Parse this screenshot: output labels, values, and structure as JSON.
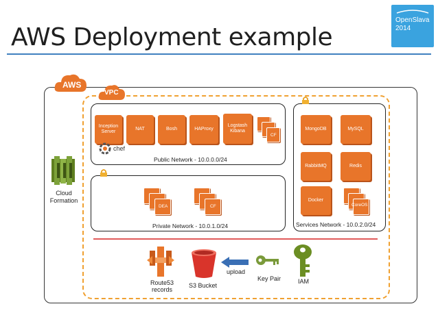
{
  "slide": {
    "title": "AWS Deployment example",
    "logo": {
      "line1": "OpenSlava",
      "line2": "2014"
    }
  },
  "diagram": {
    "aws_badge": "AWS",
    "vpc_badge": "VPC",
    "cloudformation": {
      "line1": "Cloud",
      "line2": "Formation"
    },
    "public_network": {
      "label": "Public Network - 10.0.0.0/24",
      "services": [
        {
          "line1": "Inception",
          "line2": "Server"
        },
        {
          "line1": "NAT",
          "line2": ""
        },
        {
          "line1": "Bosh",
          "line2": ""
        },
        {
          "line1": "HAProxy",
          "line2": ""
        },
        {
          "line1": "Logstash",
          "line2": "Kibana"
        }
      ],
      "cf_stack": "CF",
      "chef": "chef"
    },
    "private_network": {
      "label": "Private Network - 10.0.1.0/24",
      "dea_stack": "DEA",
      "cf_stack": "CF"
    },
    "services_network": {
      "label": "Services Network - 10.0.2.0/24",
      "services": [
        "MongoDB",
        "MySQL",
        "RabbitMQ",
        "Redis",
        "Docker"
      ],
      "coreos_stack": "CoreOS"
    },
    "bottom": {
      "route53": {
        "line1": "Route53",
        "line2": "records"
      },
      "s3": "S3 Bucket",
      "upload": "upload",
      "keypair": "Key Pair",
      "iam": "IAM"
    }
  },
  "colors": {
    "accent": "#e8752a",
    "vpc_dash": "#f0a030",
    "title_rule": "#3f7fbf",
    "cloudformation": "#6b8e23",
    "iam": "#6b8e23",
    "keypair": "#7a9a3a",
    "upload_arrow": "#3a6fb5",
    "s3": "#d9342b",
    "separator": "#e05a5a"
  }
}
